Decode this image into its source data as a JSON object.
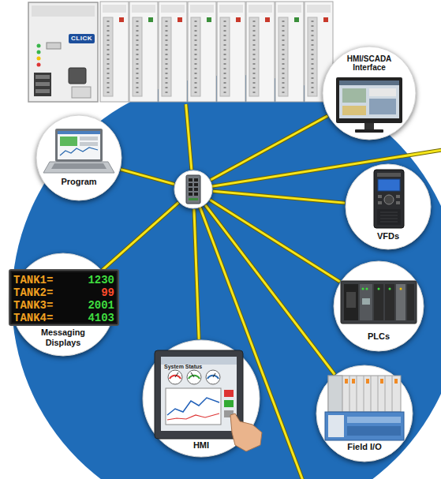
{
  "diagram": {
    "nodes": [
      {
        "text": [
          "CLICK"
        ]
      },
      {
        "text": [
          "HMI/SCADA Interface"
        ]
      },
      {
        "text": [
          "Program"
        ]
      },
      {
        "text": []
      },
      {
        "text": [
          "VFDs"
        ]
      },
      {
        "text": [
          "Messaging Displays"
        ]
      },
      {
        "text": [
          "PLCs"
        ]
      },
      {
        "text": [
          "HMI"
        ]
      },
      {
        "text": [
          "Field I/O"
        ]
      }
    ],
    "edges": [
      {
        "from": 3,
        "to": 0,
        "arrow": "none"
      },
      {
        "from": 3,
        "to": 1,
        "arrow": "none"
      },
      {
        "from": 3,
        "to": 2,
        "arrow": "none"
      },
      {
        "from": 3,
        "to": 4,
        "arrow": "none"
      },
      {
        "from": 3,
        "to": 5,
        "arrow": "none"
      },
      {
        "from": 3,
        "to": 6,
        "arrow": "none"
      },
      {
        "from": 3,
        "to": 7,
        "arrow": "none"
      },
      {
        "from": 3,
        "to": 8,
        "arrow": "none"
      }
    ],
    "labels": [
      "TANK1=",
      "1230",
      "TANK2=",
      "99",
      "TANK3=",
      "2001",
      "TANK4=",
      "4103",
      "System Status"
    ]
  }
}
